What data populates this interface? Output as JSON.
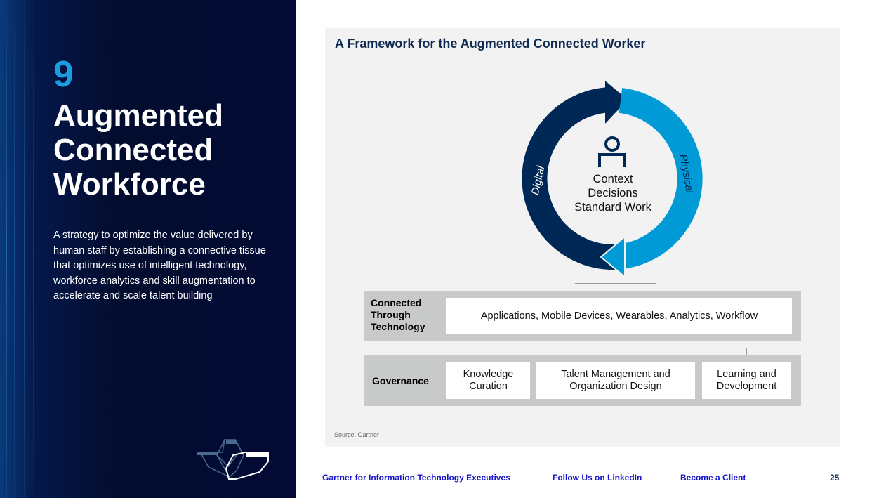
{
  "left": {
    "number": "9",
    "title_lines": [
      "Augmented",
      "Connected",
      "Workforce"
    ],
    "description": "A strategy to optimize the value delivered by human staff by establishing a connective tissue that optimizes use of intelligent technology, workforce analytics and skill augmentation to accelerate and scale talent building"
  },
  "figure": {
    "title": "A Framework for the Augmented Connected Worker",
    "cycle": {
      "left_label": "Digital",
      "right_label": "Physical",
      "center_lines": [
        "Context",
        "Decisions",
        "Standard Work"
      ],
      "colors": {
        "digital": "#002856",
        "physical": "#009ad6"
      }
    },
    "rows": [
      {
        "label": "Connected Through Technology",
        "boxes": [
          "Applications, Mobile Devices, Wearables, Analytics, Workflow"
        ]
      },
      {
        "label": "Governance",
        "boxes": [
          "Knowledge Curation",
          "Talent Management and Organization Design",
          "Learning and Development"
        ]
      }
    ],
    "source": "Source: Gartner"
  },
  "footer": {
    "link1": "Gartner for Information Technology Executives",
    "link2": "Follow Us on LinkedIn",
    "link3": "Become a Client",
    "page": "25"
  }
}
